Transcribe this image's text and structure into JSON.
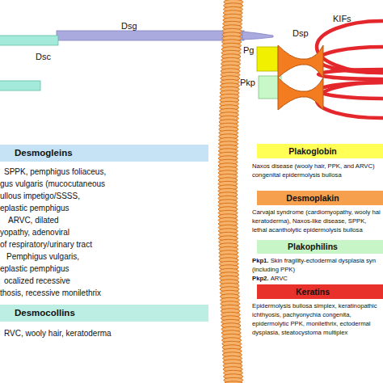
{
  "diagram": {
    "nodes": [
      {
        "text": [
          "Desmogleins",
          "SPPK, pemphigus foliaceus,",
          "gus vulgaris (mucocutaneous",
          "ullous impetigo/SSSS,",
          "eplastic pemphigus",
          "ARVC, dilated",
          "yopathy, adenoviral",
          "of respiratory/urinary tract",
          "Pemphigus vulgaris,",
          "eplastic pemphigus",
          "ocalized recessive",
          "thosis, recessive monilethrix"
        ]
      },
      {
        "text": [
          "Desmocollins",
          "RVC, wooly hair, keratoderma"
        ]
      },
      {
        "text": [
          "Plakoglobin",
          "Naxos disease (wooly hair, PPK, and ARVC)",
          "congenital epidermolysis bullosa"
        ]
      },
      {
        "text": [
          "Desmoplakin",
          "Carvajal syndrome (cardiomyopathy, wooly hai keratoderma), Naxos-like disease, SPPK, lethal acantholytic epidermolysis bullosa"
        ]
      },
      {
        "text": [
          "Plakophilins",
          "Pkp1.",
          "Skin fragility-ectodermal dysplasia syn (including PPK)",
          "Pkp2.",
          "ARVC"
        ]
      },
      {
        "text": [
          "Keratins",
          "Epidermolysis bullosa simplex, keratinopathic ichthyosis, pachyonychia congenita, epidermolytic PPK, monilethrix, ectodermal dysplasia, steatocystoma multiplex"
        ]
      }
    ],
    "labels": [
      "Dsg",
      "Dsc",
      "Pg",
      "Pkp",
      "Dsp",
      "KIFs"
    ]
  }
}
